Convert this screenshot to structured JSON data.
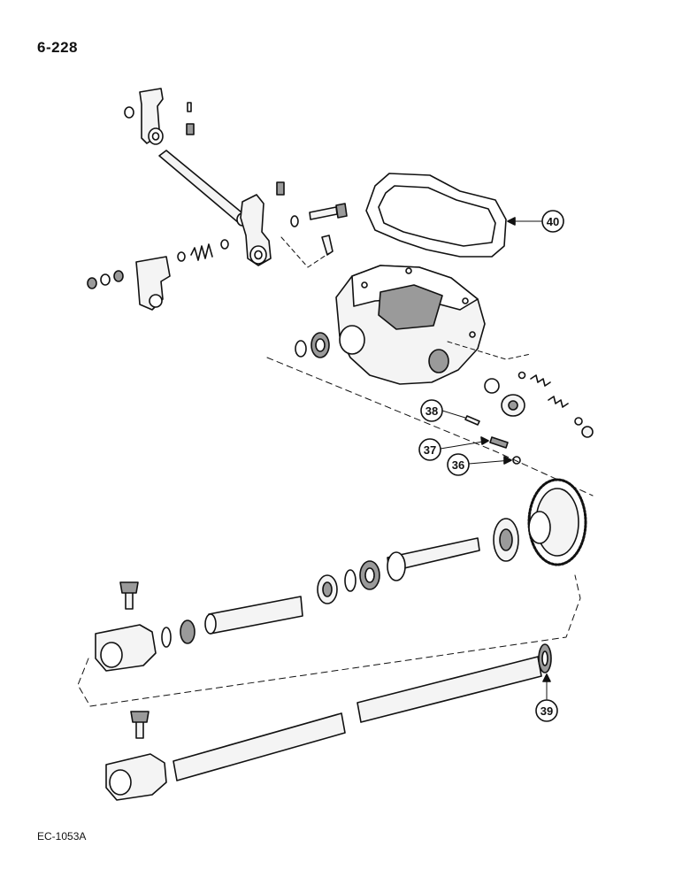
{
  "page_number": "6-228",
  "figure_code": "EC-1053A",
  "callouts": [
    {
      "id": "40",
      "label": "40"
    },
    {
      "id": "38",
      "label": "38"
    },
    {
      "id": "37",
      "label": "37"
    },
    {
      "id": "36",
      "label": "36"
    },
    {
      "id": "39",
      "label": "39"
    }
  ],
  "line_color": "#111111",
  "fill_light": "#f4f4f4",
  "fill_shade": "#9a9a9a"
}
